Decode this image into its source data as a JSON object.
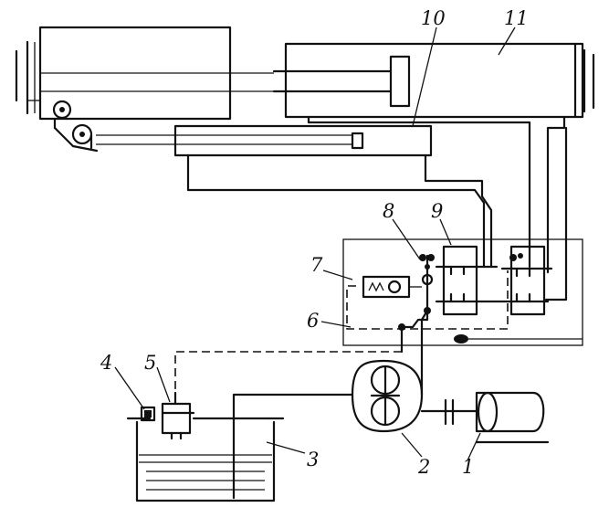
{
  "labels": {
    "n1": "1",
    "n2": "2",
    "n3": "3",
    "n4": "4",
    "n5": "5",
    "n6": "6",
    "n7": "7",
    "n8": "8",
    "n9": "9",
    "n10": "10",
    "n11": "11"
  },
  "colors": {
    "ink": "#111111",
    "paper": "#ffffff"
  }
}
